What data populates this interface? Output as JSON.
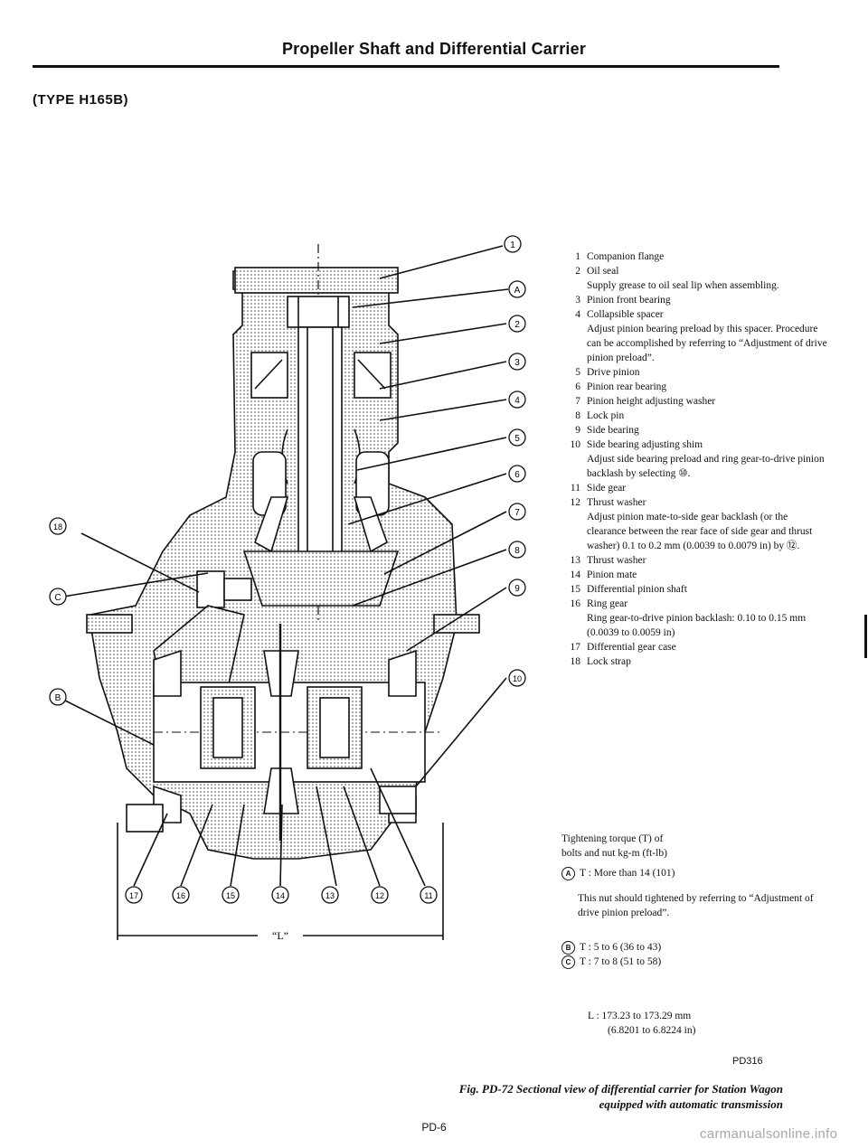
{
  "header": {
    "title": "Propeller Shaft and Differential Carrier"
  },
  "type_label": "(TYPE H165B)",
  "diagram": {
    "top_callouts": [
      "1",
      "A",
      "2",
      "3",
      "4",
      "5",
      "6",
      "7",
      "8",
      "9",
      "10"
    ],
    "left_callouts": [
      "18",
      "C",
      "B"
    ],
    "bottom_callouts": [
      "17",
      "16",
      "15",
      "14",
      "13",
      "12",
      "11"
    ],
    "dimension_label": "“L”"
  },
  "legend": [
    {
      "num": "1",
      "text": "Companion flange"
    },
    {
      "num": "2",
      "text": "Oil seal",
      "note": "Supply grease to oil seal lip when assembling."
    },
    {
      "num": "3",
      "text": "Pinion front bearing"
    },
    {
      "num": "4",
      "text": "Collapsible spacer",
      "note": "Adjust pinion bearing preload by this spacer. Procedure can be accomplished by referring to “Adjustment of drive pinion preload”."
    },
    {
      "num": "5",
      "text": "Drive pinion"
    },
    {
      "num": "6",
      "text": "Pinion rear bearing"
    },
    {
      "num": "7",
      "text": "Pinion height adjusting washer"
    },
    {
      "num": "8",
      "text": "Lock pin"
    },
    {
      "num": "9",
      "text": "Side bearing"
    },
    {
      "num": "10",
      "text": "Side bearing adjusting shim",
      "note": "Adjust side bearing preload and ring gear-to-drive pinion backlash by selecting ⑩."
    },
    {
      "num": "11",
      "text": "Side gear"
    },
    {
      "num": "12",
      "text": "Thrust washer",
      "note": "Adjust pinion mate-to-side gear backlash (or the clearance between the rear face of side gear and thrust washer) 0.1 to 0.2 mm (0.0039 to 0.0079 in) by ⑫."
    },
    {
      "num": "13",
      "text": "Thrust washer"
    },
    {
      "num": "14",
      "text": "Pinion mate"
    },
    {
      "num": "15",
      "text": "Differential pinion shaft"
    },
    {
      "num": "16",
      "text": "Ring gear",
      "note": "Ring gear-to-drive pinion backlash: 0.10 to 0.15 mm (0.0039 to 0.0059 in)"
    },
    {
      "num": "17",
      "text": "Differential gear case"
    },
    {
      "num": "18",
      "text": "Lock strap"
    }
  ],
  "torque": {
    "heading_1": "Tightening torque (T) of",
    "heading_2": "bolts and nut  kg-m (ft-lb)",
    "a_sym": "A",
    "a_text": "T :  More than 14 (101)",
    "note": "This nut should tightened by referring to “Adjustment of drive pinion preload”.",
    "b_sym": "B",
    "b_text": "T :  5 to 6 (36 to 43)",
    "c_sym": "C",
    "c_text": "T :  7 to 8 (51 to 58)"
  },
  "dimension": {
    "line_1": "L :  173.23 to 173.29 mm",
    "line_2": "(6.8201 to 6.8224 in)"
  },
  "figure_code": "PD316",
  "caption": {
    "line_1": "Fig. PD-72  Sectional view of differential carrier for Station Wagon",
    "line_2": "equipped with automatic transmission"
  },
  "page_number": "PD-6",
  "watermark": "carmanualsonline.info"
}
